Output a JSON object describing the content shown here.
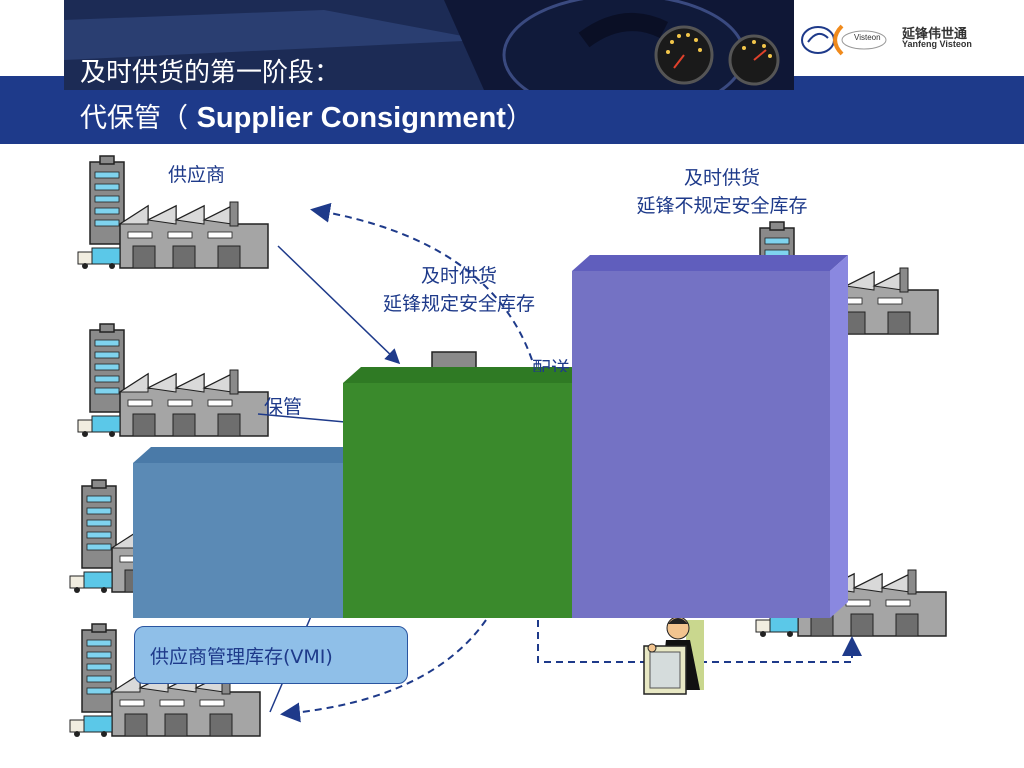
{
  "header": {
    "title_line1": "及时供货的第一阶段：",
    "title_line2_zh_open": "代保管（ ",
    "title_line2_en": "Supplier Consignment",
    "title_line2_zh_close": "）",
    "logo_brand": "Visteon",
    "logo_name_zh": "延锋伟世通",
    "logo_name_en": "Yanfeng Visteon"
  },
  "labels": {
    "supplier": "供应商",
    "jit_top_line1": "及时供货",
    "jit_top_line2": "延锋不规定安全库存",
    "jit_mid_line1": "及时供货",
    "jit_mid_line2": "延锋规定安全库存",
    "consignment_partial": "保管",
    "vmi": "供应商管理库存(VMI)",
    "partial_text": "配送"
  },
  "colors": {
    "header_band": "#1e3a8a",
    "bar_steel_blue": "#5b8ab5",
    "bar_green": "#3a8a2c",
    "bar_purple": "#7472c4",
    "vmi_box": "#8fbfe8",
    "label_text": "#1e3a8a"
  }
}
